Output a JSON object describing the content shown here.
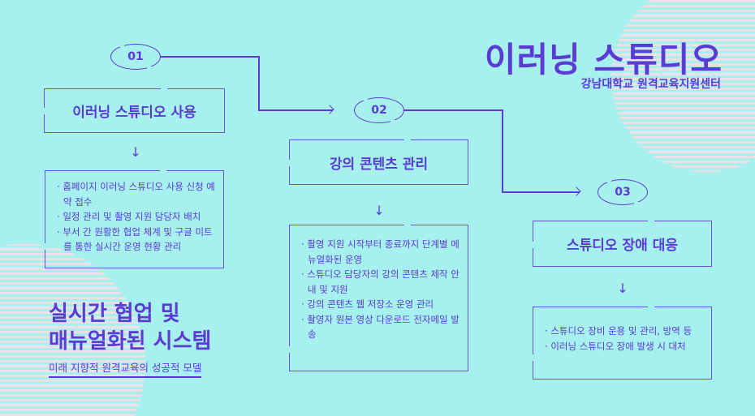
{
  "header": {
    "title": "이러닝 스튜디오",
    "subtitle": "강남대학교 원격교육지원센터"
  },
  "steps": [
    {
      "number": "01",
      "title": "이러닝 스튜디오 사용",
      "items": [
        "홈페이지 이러닝 스튜디오 사용 신청 예약 접수",
        "일정 관리 및 촬영 지원 담당자 배치",
        "부서 간 원활한 협업 체계 및 구글 미트를 통한 실시간 운영 현황 관리"
      ]
    },
    {
      "number": "02",
      "title": "강의 콘텐츠 관리",
      "items": [
        "촬영 지원 시작부터 종료까지 단계별 메뉴얼화된 운영",
        "스튜디오 담당자의 강의 콘텐츠 제작 안내 및 지원",
        "강의 콘텐츠 웹 저장소 운영 관리",
        "촬영자 원본 영상 다운로드 전자메일 발송"
      ]
    },
    {
      "number": "03",
      "title": "스튜디오 장애 대응",
      "items": [
        "스튜디오 장비 운용 및 관리, 방역 등",
        "이러닝 스튜디오 장애 발생 시 대처"
      ]
    }
  ],
  "tagline": {
    "line1": "실시간 협업 및",
    "line2": "매뉴얼화된 시스템",
    "sub": "미래 지향적 원격교육의 성공적 모델"
  },
  "colors": {
    "background": "#a6f0ee",
    "accent": "#5a3bd3",
    "stripe": "#ecdfe6"
  }
}
